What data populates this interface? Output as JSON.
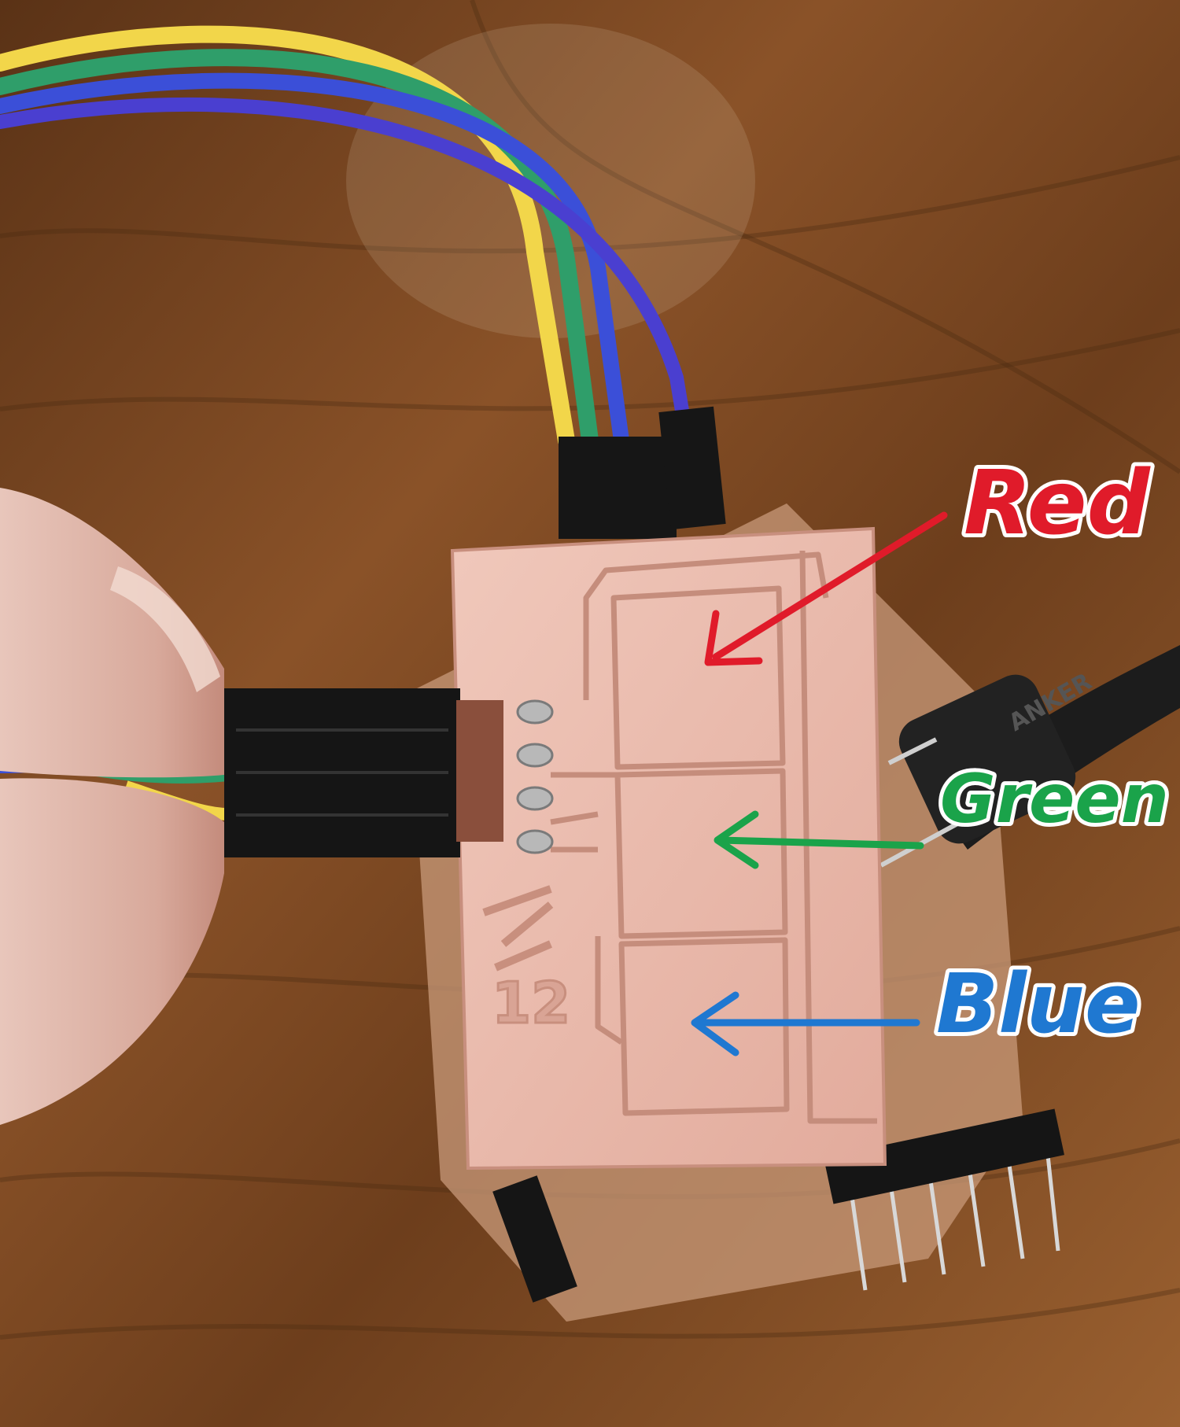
{
  "annotations": [
    {
      "label": "Red",
      "color": "#e01b2a"
    },
    {
      "label": "Green",
      "color": "#1aa34a"
    },
    {
      "label": "Blue",
      "color": "#1f78d1"
    }
  ],
  "board_marking": "12",
  "cable_brand": "ANKER",
  "wire_colors": {
    "yellow": "#f2d64a",
    "green": "#2f9e6a",
    "blue": "#3b4fd8",
    "violet": "#4a3fd0"
  }
}
